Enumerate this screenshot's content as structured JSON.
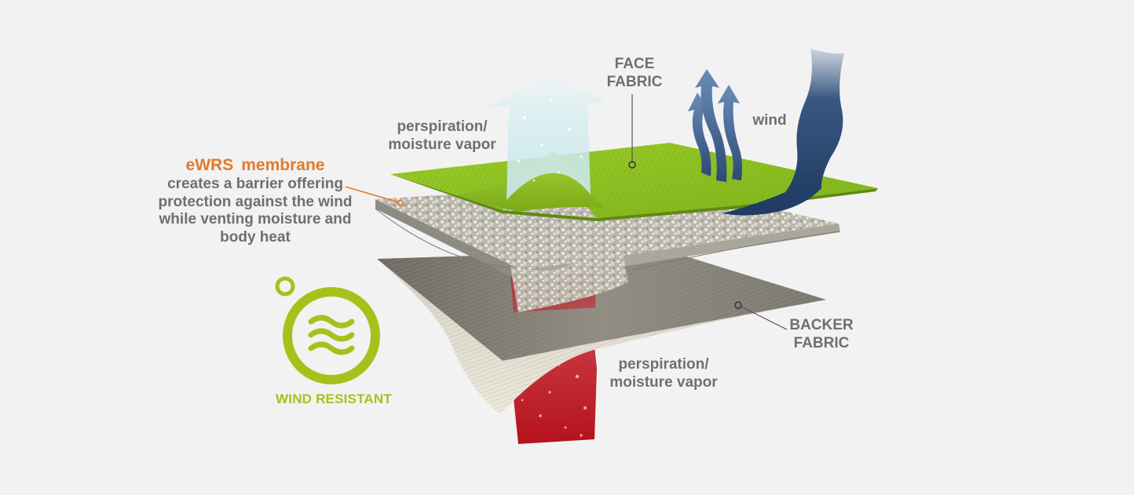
{
  "labels": {
    "face_fabric": [
      "FACE",
      "FABRIC"
    ],
    "wind": "wind",
    "perspiration_top": [
      "perspiration/",
      "moisture vapor"
    ],
    "perspiration_bottom": [
      "perspiration/",
      "moisture vapor"
    ],
    "backer_fabric": [
      "BACKER",
      "FABRIC"
    ]
  },
  "membrane": {
    "brand": "eWRS",
    "word": "membrane",
    "description": [
      "creates a barrier offering",
      "protection against the wind",
      "while venting moisture and",
      "body heat"
    ]
  },
  "badge": {
    "text": "WIND RESISTANT",
    "icon": "wind-waves-icon"
  },
  "colors": {
    "background": "#f2f2f2",
    "face_fabric": "#8cc21f",
    "membrane_accent": "#e07a2e",
    "badge": "#a4c21b",
    "label_text": "#6f6f6f",
    "vapor_red": "#c01822",
    "vapor_up": "#cfe9ec",
    "wind_blue": "#2e4d75"
  }
}
